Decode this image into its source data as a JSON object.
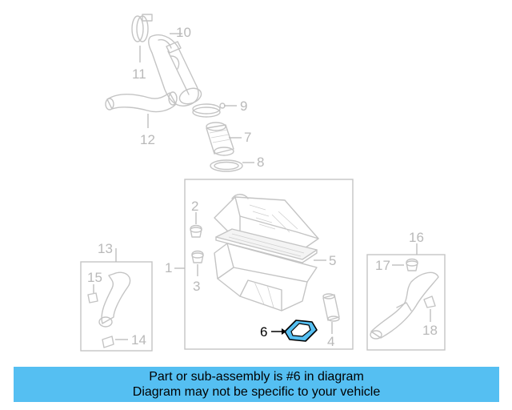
{
  "callouts": {
    "c1": "1",
    "c2": "2",
    "c3": "3",
    "c4": "4",
    "c5": "5",
    "c6": "6",
    "c7": "7",
    "c8": "8",
    "c9": "9",
    "c10": "10",
    "c11": "11",
    "c12": "12",
    "c13": "13",
    "c14": "14",
    "c15": "15",
    "c16": "16",
    "c17": "17",
    "c18": "18"
  },
  "highlight": {
    "part_number": "6",
    "color": "#55bff2"
  },
  "banner": {
    "line1": "Part or sub-assembly is #6 in diagram",
    "line2": "Diagram may not be specific to your vehicle",
    "background": "#55bff2"
  }
}
